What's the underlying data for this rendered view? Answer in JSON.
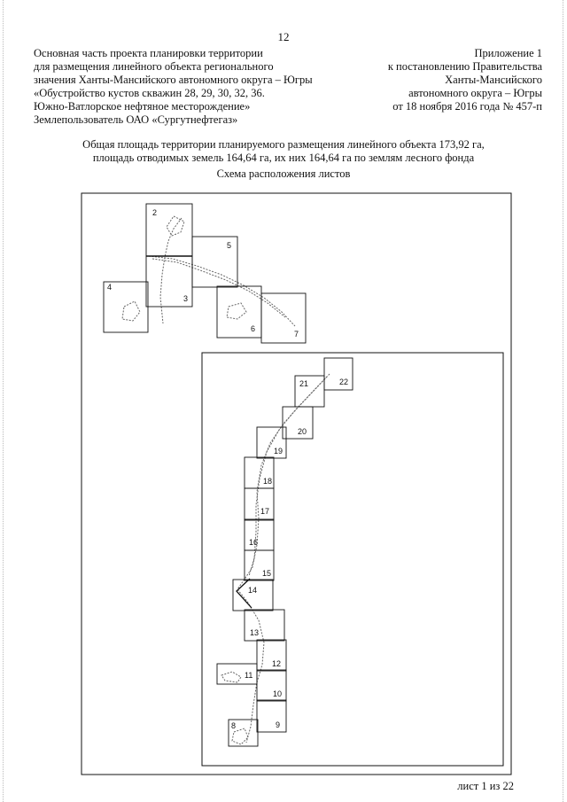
{
  "page_number": "12",
  "header_left": [
    "Основная часть проекта планировки территории",
    "для размещения линейного объекта регионального",
    "значения Ханты-Мансийского автономного округа – Югры",
    "«Обустройство кустов скважин 28, 29, 30, 32, 36.",
    "Южно-Ватлорское нефтяное месторождение»",
    "Землепользователь ОАО «Сургутнефтегаз»"
  ],
  "header_right": [
    "Приложение 1",
    "к постановлению Правительства",
    "Ханты-Мансийского",
    "автономного округа – Югры",
    "от 18 ноября 2016 года № 457-п"
  ],
  "summary": [
    "Общая площадь территории планируемого размещения линейного объекта 173,92 га,",
    "площадь отводимых земель 164,64 га, их них 164,64 га по землям лесного фонда"
  ],
  "scheme_title": "Схема расположения листов",
  "sheets": [
    {
      "id": "2",
      "label": "2"
    },
    {
      "id": "3",
      "label": "3"
    },
    {
      "id": "4",
      "label": "4"
    },
    {
      "id": "5",
      "label": "5"
    },
    {
      "id": "6",
      "label": "6"
    },
    {
      "id": "7",
      "label": "7"
    },
    {
      "id": "8",
      "label": "8"
    },
    {
      "id": "9",
      "label": "9"
    },
    {
      "id": "10",
      "label": "10"
    },
    {
      "id": "11",
      "label": "11"
    },
    {
      "id": "12",
      "label": "12"
    },
    {
      "id": "13",
      "label": "13"
    },
    {
      "id": "14",
      "label": "14"
    },
    {
      "id": "15",
      "label": "15"
    },
    {
      "id": "16",
      "label": "16"
    },
    {
      "id": "17",
      "label": "17"
    },
    {
      "id": "18",
      "label": "18"
    },
    {
      "id": "19",
      "label": "19"
    },
    {
      "id": "20",
      "label": "20"
    },
    {
      "id": "21",
      "label": "21"
    },
    {
      "id": "22",
      "label": "22"
    }
  ],
  "footer": "лист 1 из 22"
}
